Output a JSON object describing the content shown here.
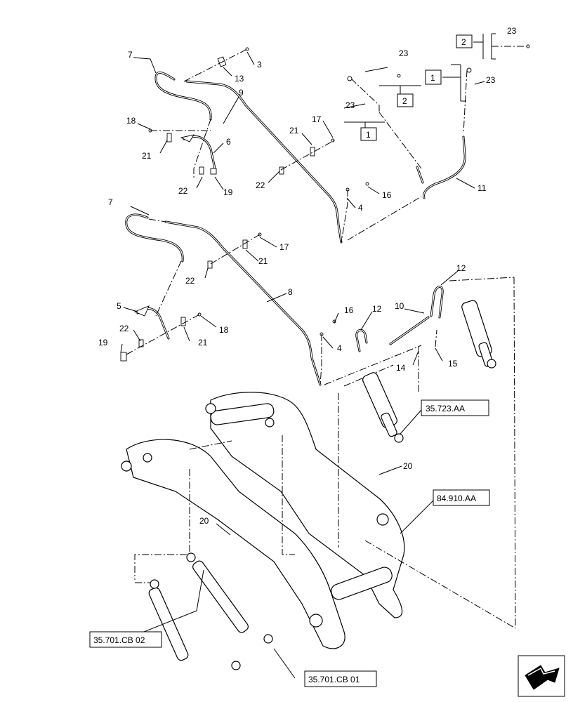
{
  "diagram": {
    "callouts": {
      "c3": "3",
      "c4a": "4",
      "c4b": "4",
      "c5": "5",
      "c6": "6",
      "c7a": "7",
      "c7b": "7",
      "c8": "8",
      "c9": "9",
      "c10": "10",
      "c11": "11",
      "c12a": "12",
      "c12b": "12",
      "c13": "13",
      "c14": "14",
      "c15": "15",
      "c16a": "16",
      "c16b": "16",
      "c17a": "17",
      "c17b": "17",
      "c18a": "18",
      "c18b": "18",
      "c19a": "19",
      "c19b": "19",
      "c20a": "20",
      "c20b": "20",
      "c21a": "21",
      "c21b": "21",
      "c21c": "21",
      "c21d": "21",
      "c22a": "22",
      "c22b": "22",
      "c22c": "22",
      "c22d": "22",
      "c23a": "23",
      "c23b": "23",
      "c23c": "23",
      "c23d": "23"
    },
    "variant_boxes": {
      "v1a": "1",
      "v1b": "1",
      "v2a": "2",
      "v2b": "2"
    },
    "references": {
      "ref_cylinder": "35.723.AA",
      "ref_frame": "84.910.AA",
      "ref_cb02": "35.701.CB 02",
      "ref_cb01": "35.701.CB 01"
    },
    "icons": [
      "navigation-arrow-icon"
    ]
  }
}
